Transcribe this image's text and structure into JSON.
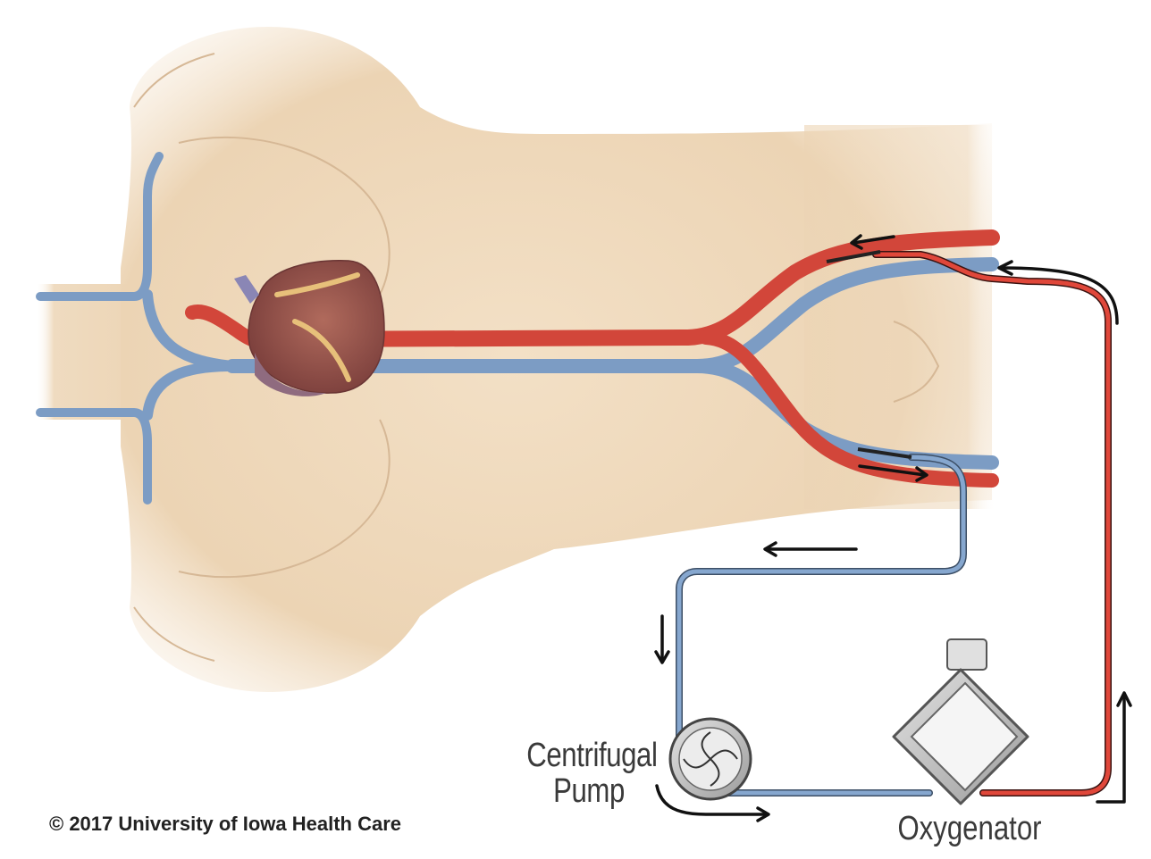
{
  "labels": {
    "pump_line1": "Centrifugal",
    "pump_line2": "Pump",
    "oxygenator": "Oxygenator",
    "copyright": "© 2017 University of Iowa Health Care"
  },
  "colors": {
    "background": "#ffffff",
    "skin": "#f1dcc0",
    "skin_shadow": "#e0c3a0",
    "artery": "#d2463a",
    "vein": "#7c9cc4",
    "arrow": "#111111",
    "device_gray": "#c4c4c4"
  },
  "icons": {
    "flow_arrow": "flow-arrow-icon",
    "pump": "centrifugal-pump-icon",
    "oxygenator": "oxygenator-icon",
    "heart": "heart-icon"
  }
}
